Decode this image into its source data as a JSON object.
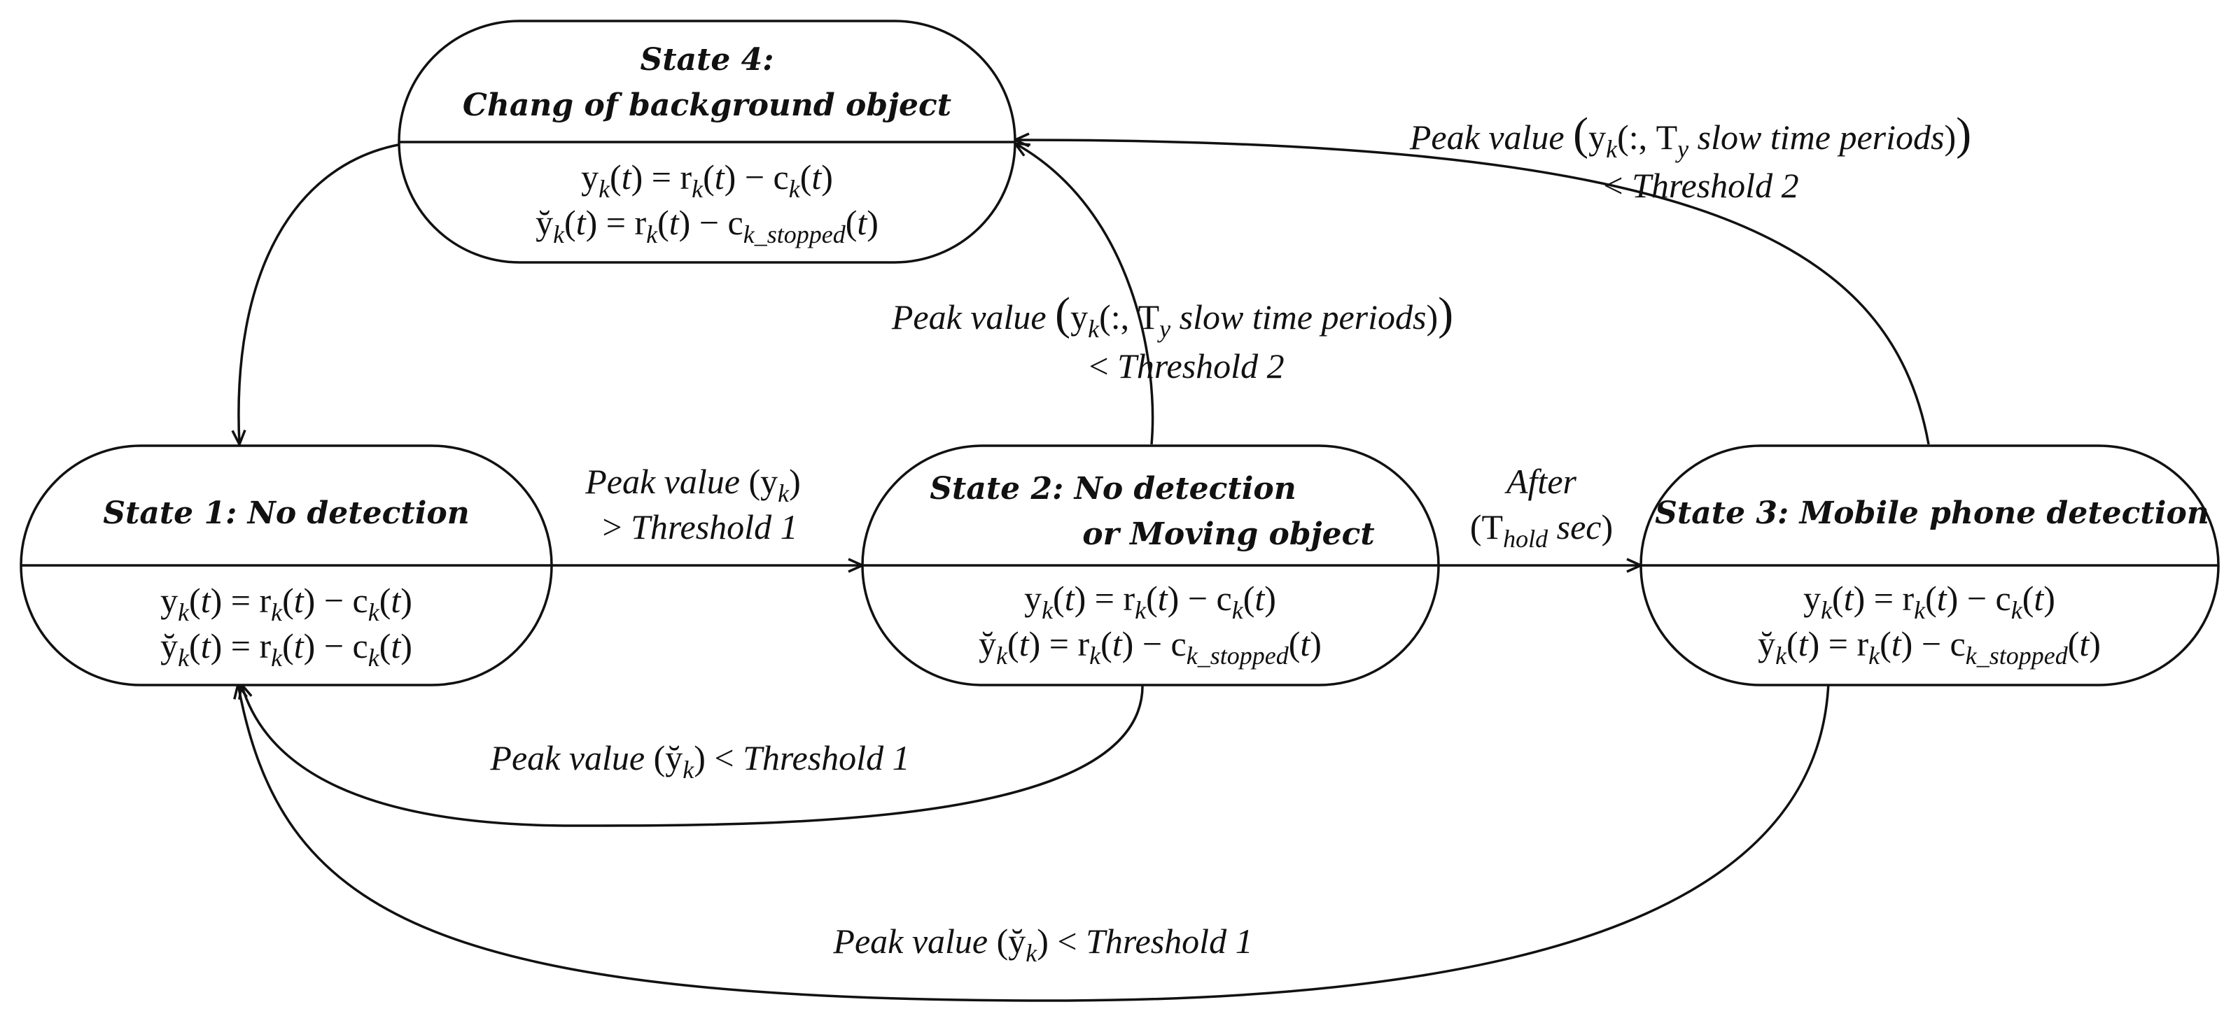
{
  "states": {
    "s4": {
      "title_line1": "State 4:",
      "title_line2": "Chang of background object",
      "eq1": {
        "lhs": "y",
        "sub": "k",
        "rhs_r": "r",
        "rhs_c": "c",
        "csub": "k"
      },
      "eq2": {
        "lhs": "y̆",
        "sub": "k",
        "rhs_r": "r",
        "rhs_c": "c",
        "csub": "k_stopped"
      }
    },
    "s1": {
      "title": "State 1: No detection",
      "eq1": {
        "lhs": "y",
        "sub": "k",
        "rhs_r": "r",
        "rhs_c": "c",
        "csub": "k"
      },
      "eq2": {
        "lhs": "y̆",
        "sub": "k",
        "rhs_r": "r",
        "rhs_c": "c",
        "csub": "k"
      }
    },
    "s2": {
      "title_line1": "State 2: No detection",
      "title_line2": "or Moving object",
      "eq1": {
        "lhs": "y",
        "sub": "k",
        "rhs_r": "r",
        "rhs_c": "c",
        "csub": "k"
      },
      "eq2": {
        "lhs": "y̆",
        "sub": "k",
        "rhs_r": "r",
        "rhs_c": "c",
        "csub": "k_stopped"
      }
    },
    "s3": {
      "title": "State 3: Mobile phone detection",
      "eq1": {
        "lhs": "y",
        "sub": "k",
        "rhs_r": "r",
        "rhs_c": "c",
        "csub": "k"
      },
      "eq2": {
        "lhs": "y̆",
        "sub": "k",
        "rhs_r": "r",
        "rhs_c": "c",
        "csub": "k_stopped"
      }
    }
  },
  "common": {
    "t_var": "t",
    "equals": "=",
    "minus": "−",
    "open_paren": "(",
    "close_paren": ")",
    "peak_value": "Peak value",
    "slow_time": "slow time periods",
    "threshold1": "Threshold 1",
    "threshold2": "Threshold 2",
    "colon_arg": ":,",
    "T_letter": "T",
    "T_sub_y": "y",
    "T_sub_hold": "hold",
    "sec": "sec",
    "after": "After",
    "lt": "<",
    "gt": ">"
  }
}
